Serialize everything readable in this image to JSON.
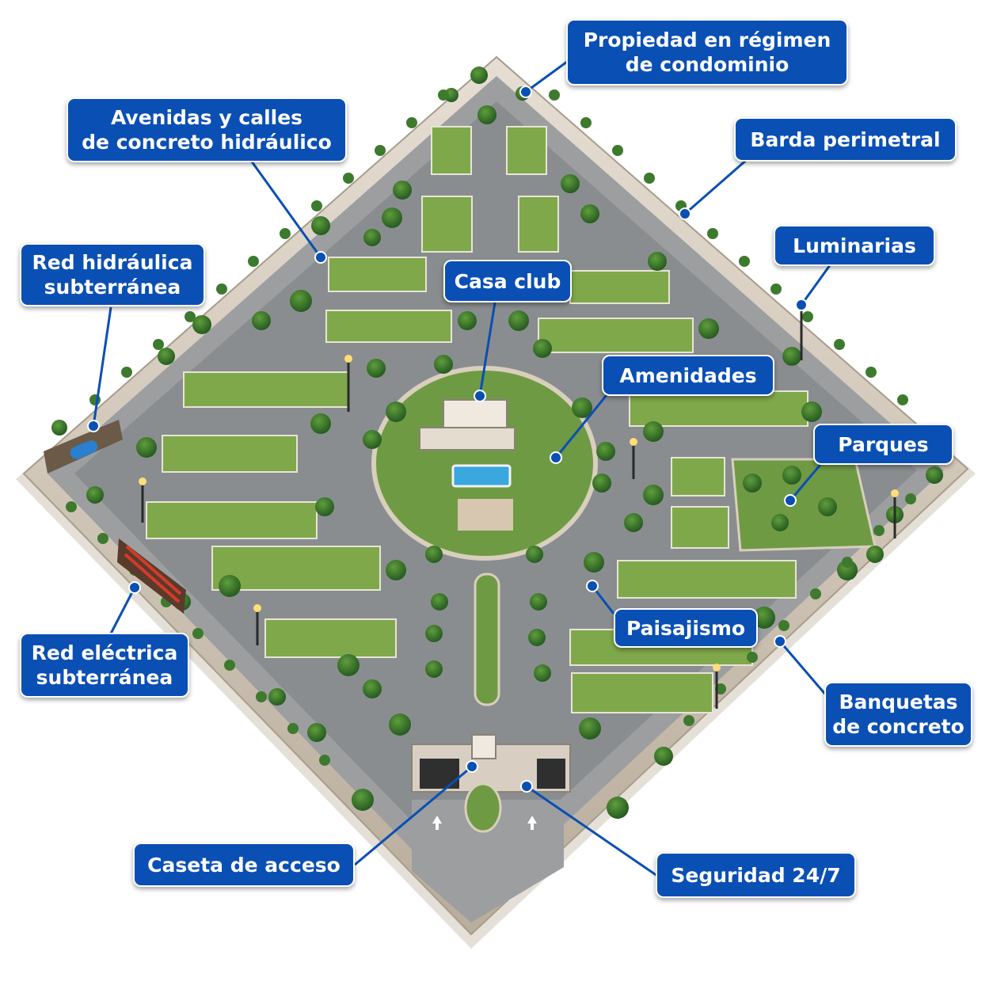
{
  "labels": {
    "propiedad": {
      "line1": "Propiedad en régimen",
      "line2": "de condominio"
    },
    "avenidas": {
      "line1": "Avenidas y calles",
      "line2": "de concreto hidráulico"
    },
    "barda": {
      "line1": "Barda perimetral"
    },
    "red_hidraulica": {
      "line1": "Red hidráulica",
      "line2": "subterránea"
    },
    "luminarias": {
      "line1": "Luminarias"
    },
    "casa_club": {
      "line1": "Casa club"
    },
    "amenidades": {
      "line1": "Amenidades"
    },
    "parques": {
      "line1": "Parques"
    },
    "paisajismo": {
      "line1": "Paisajismo"
    },
    "red_electrica": {
      "line1": "Red eléctrica",
      "line2": "subterránea"
    },
    "banquetas": {
      "line1": "Banquetas",
      "line2": "de concreto"
    },
    "caseta": {
      "line1": "Caseta de acceso"
    },
    "seguridad": {
      "line1": "Seguridad 24/7"
    }
  },
  "colors": {
    "label_bg": "#0a4fb4",
    "leader": "#0a4fb4",
    "wall": "#d8cfc2",
    "road": "#9a9c9e",
    "lawn": "#7fa84a",
    "tree": "#2f6b2a",
    "pool": "#3aa7de"
  },
  "icons": [
    "tree-icon",
    "lamp-post-icon",
    "pipe-icon",
    "gate-icon",
    "arrow-up-icon"
  ]
}
